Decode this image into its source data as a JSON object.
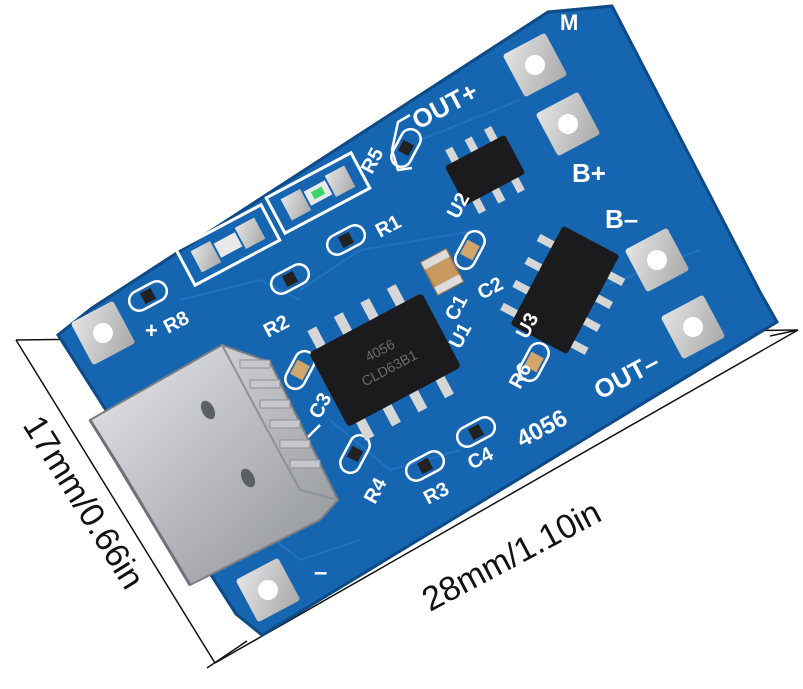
{
  "board": {
    "pcb_color": "#1565b0",
    "pcb_edge_color": "#0d4a86",
    "silk_color": "#ffffff",
    "pads": {
      "top_right": "M",
      "battery_plus": "B+",
      "battery_minus": "B–",
      "out_plus": "OUT+",
      "out_minus": "OUT–",
      "input_plus": "+",
      "input_minus": "–"
    },
    "labels": {
      "r1": "R1",
      "r2": "R2",
      "r3": "R3",
      "r4": "R4",
      "r5": "R5",
      "r6": "R6",
      "r8": "R8",
      "c1": "C1",
      "c2": "C2",
      "c3": "C3",
      "c4": "C4",
      "u1": "U1",
      "u2": "U2",
      "u3": "U3",
      "model": "4056",
      "chip_marking_1": "4056",
      "chip_marking_2": "CLD63B1"
    }
  },
  "dimensions": {
    "width_label": "28mm/1.10in",
    "height_label": "17mm/0.66in"
  }
}
